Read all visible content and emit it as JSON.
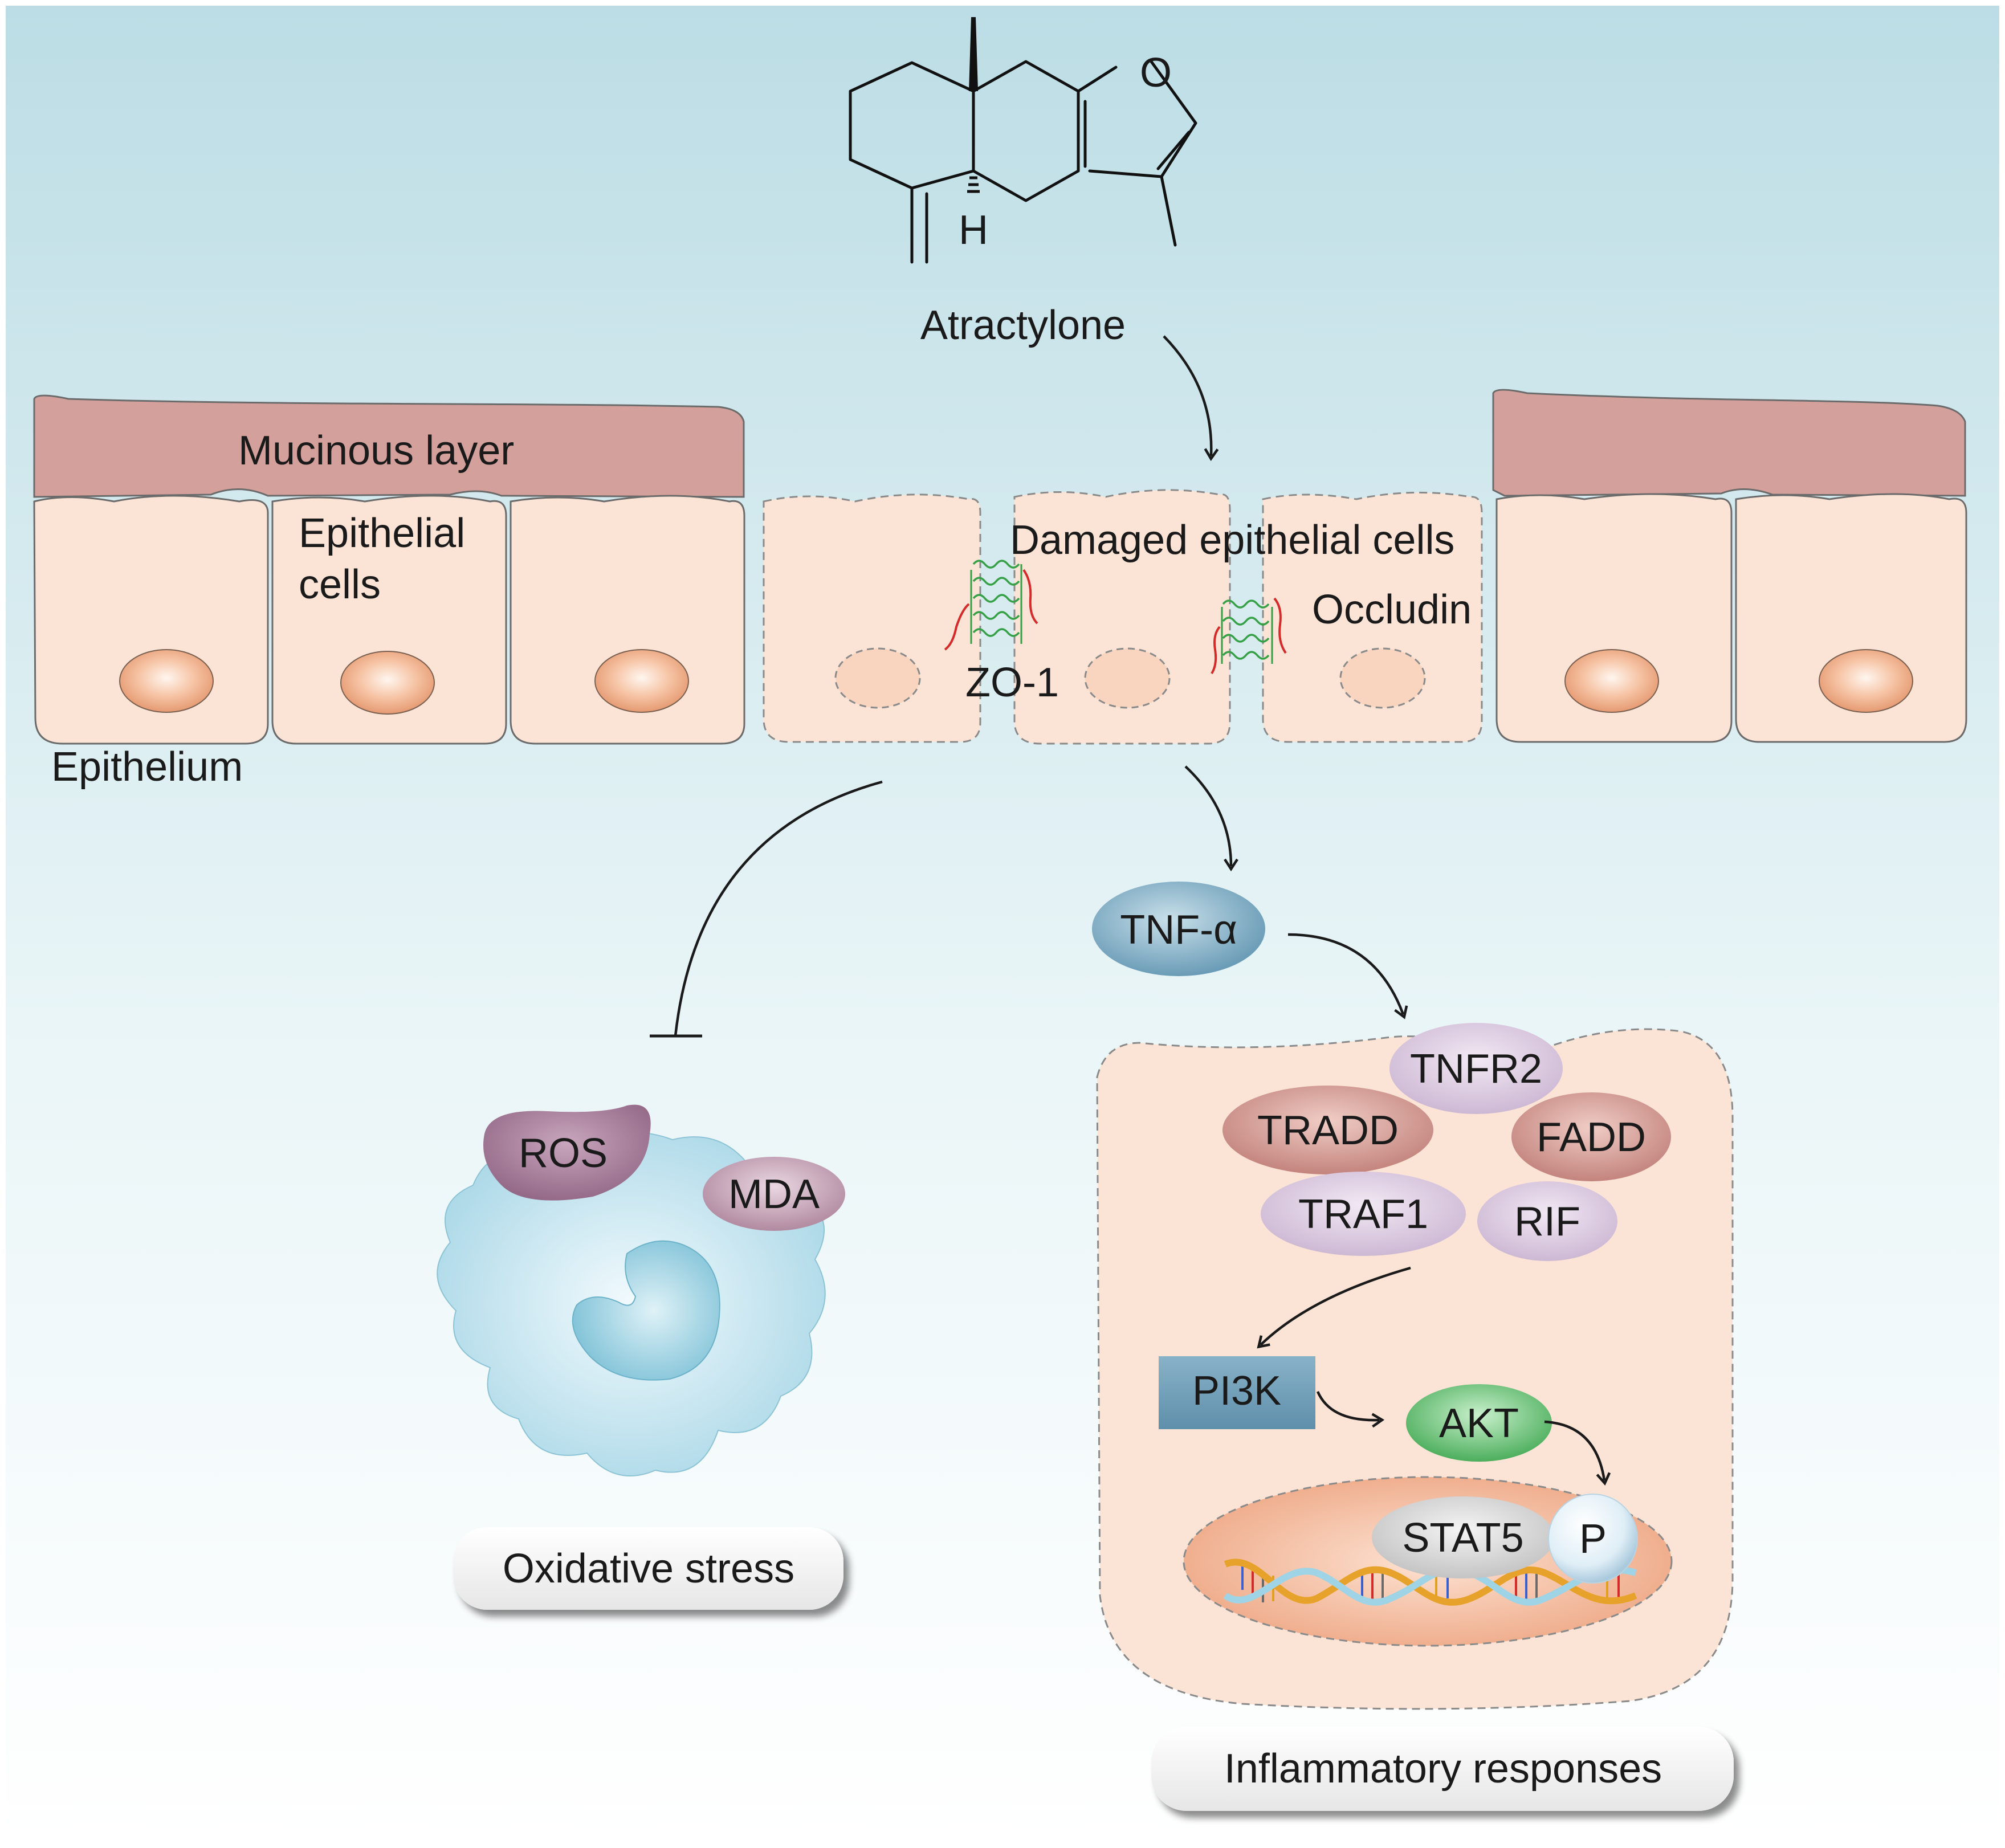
{
  "compound": {
    "name": "Atractylone",
    "atom_o": "O",
    "atom_h": "H"
  },
  "epithelium": {
    "mucinous_layer": "Mucinous layer",
    "epithelial_cells": [
      "Epithelial",
      "cells"
    ],
    "epithelium": "Epithelium",
    "damaged_cells": "Damaged epithelial cells",
    "zo1": "ZO-1",
    "occludin": "Occludin"
  },
  "oxidative": {
    "ros": "ROS",
    "mda": "MDA",
    "outcome": "Oxidative stress"
  },
  "inflammation": {
    "tnfa": "TNF-α",
    "tnfr2": "TNFR2",
    "tradd": "TRADD",
    "fadd": "FADD",
    "traf1": "TRAF1",
    "rif": "RIF",
    "pi3k": "PI3K",
    "akt": "AKT",
    "stat5": "STAT5",
    "p": "P",
    "outcome": "Inflammatory responses"
  },
  "colors": {
    "bg_top": "#bfdfe6",
    "bg_bottom": "#ffffff",
    "mucus": "#d4a09c",
    "cell": "#fbe4d6",
    "ros": "#9a6f8e",
    "mda": "#b88ea6",
    "tnfa": "#6fa0bb",
    "tradd_fadd": "#c98782",
    "traf_rif_tnfr2": "#d9c6df",
    "pi3k": "#6e9bb5",
    "akt": "#5fba6e",
    "claudin_green": "#35a045",
    "occludin_red": "#d42a2a"
  }
}
